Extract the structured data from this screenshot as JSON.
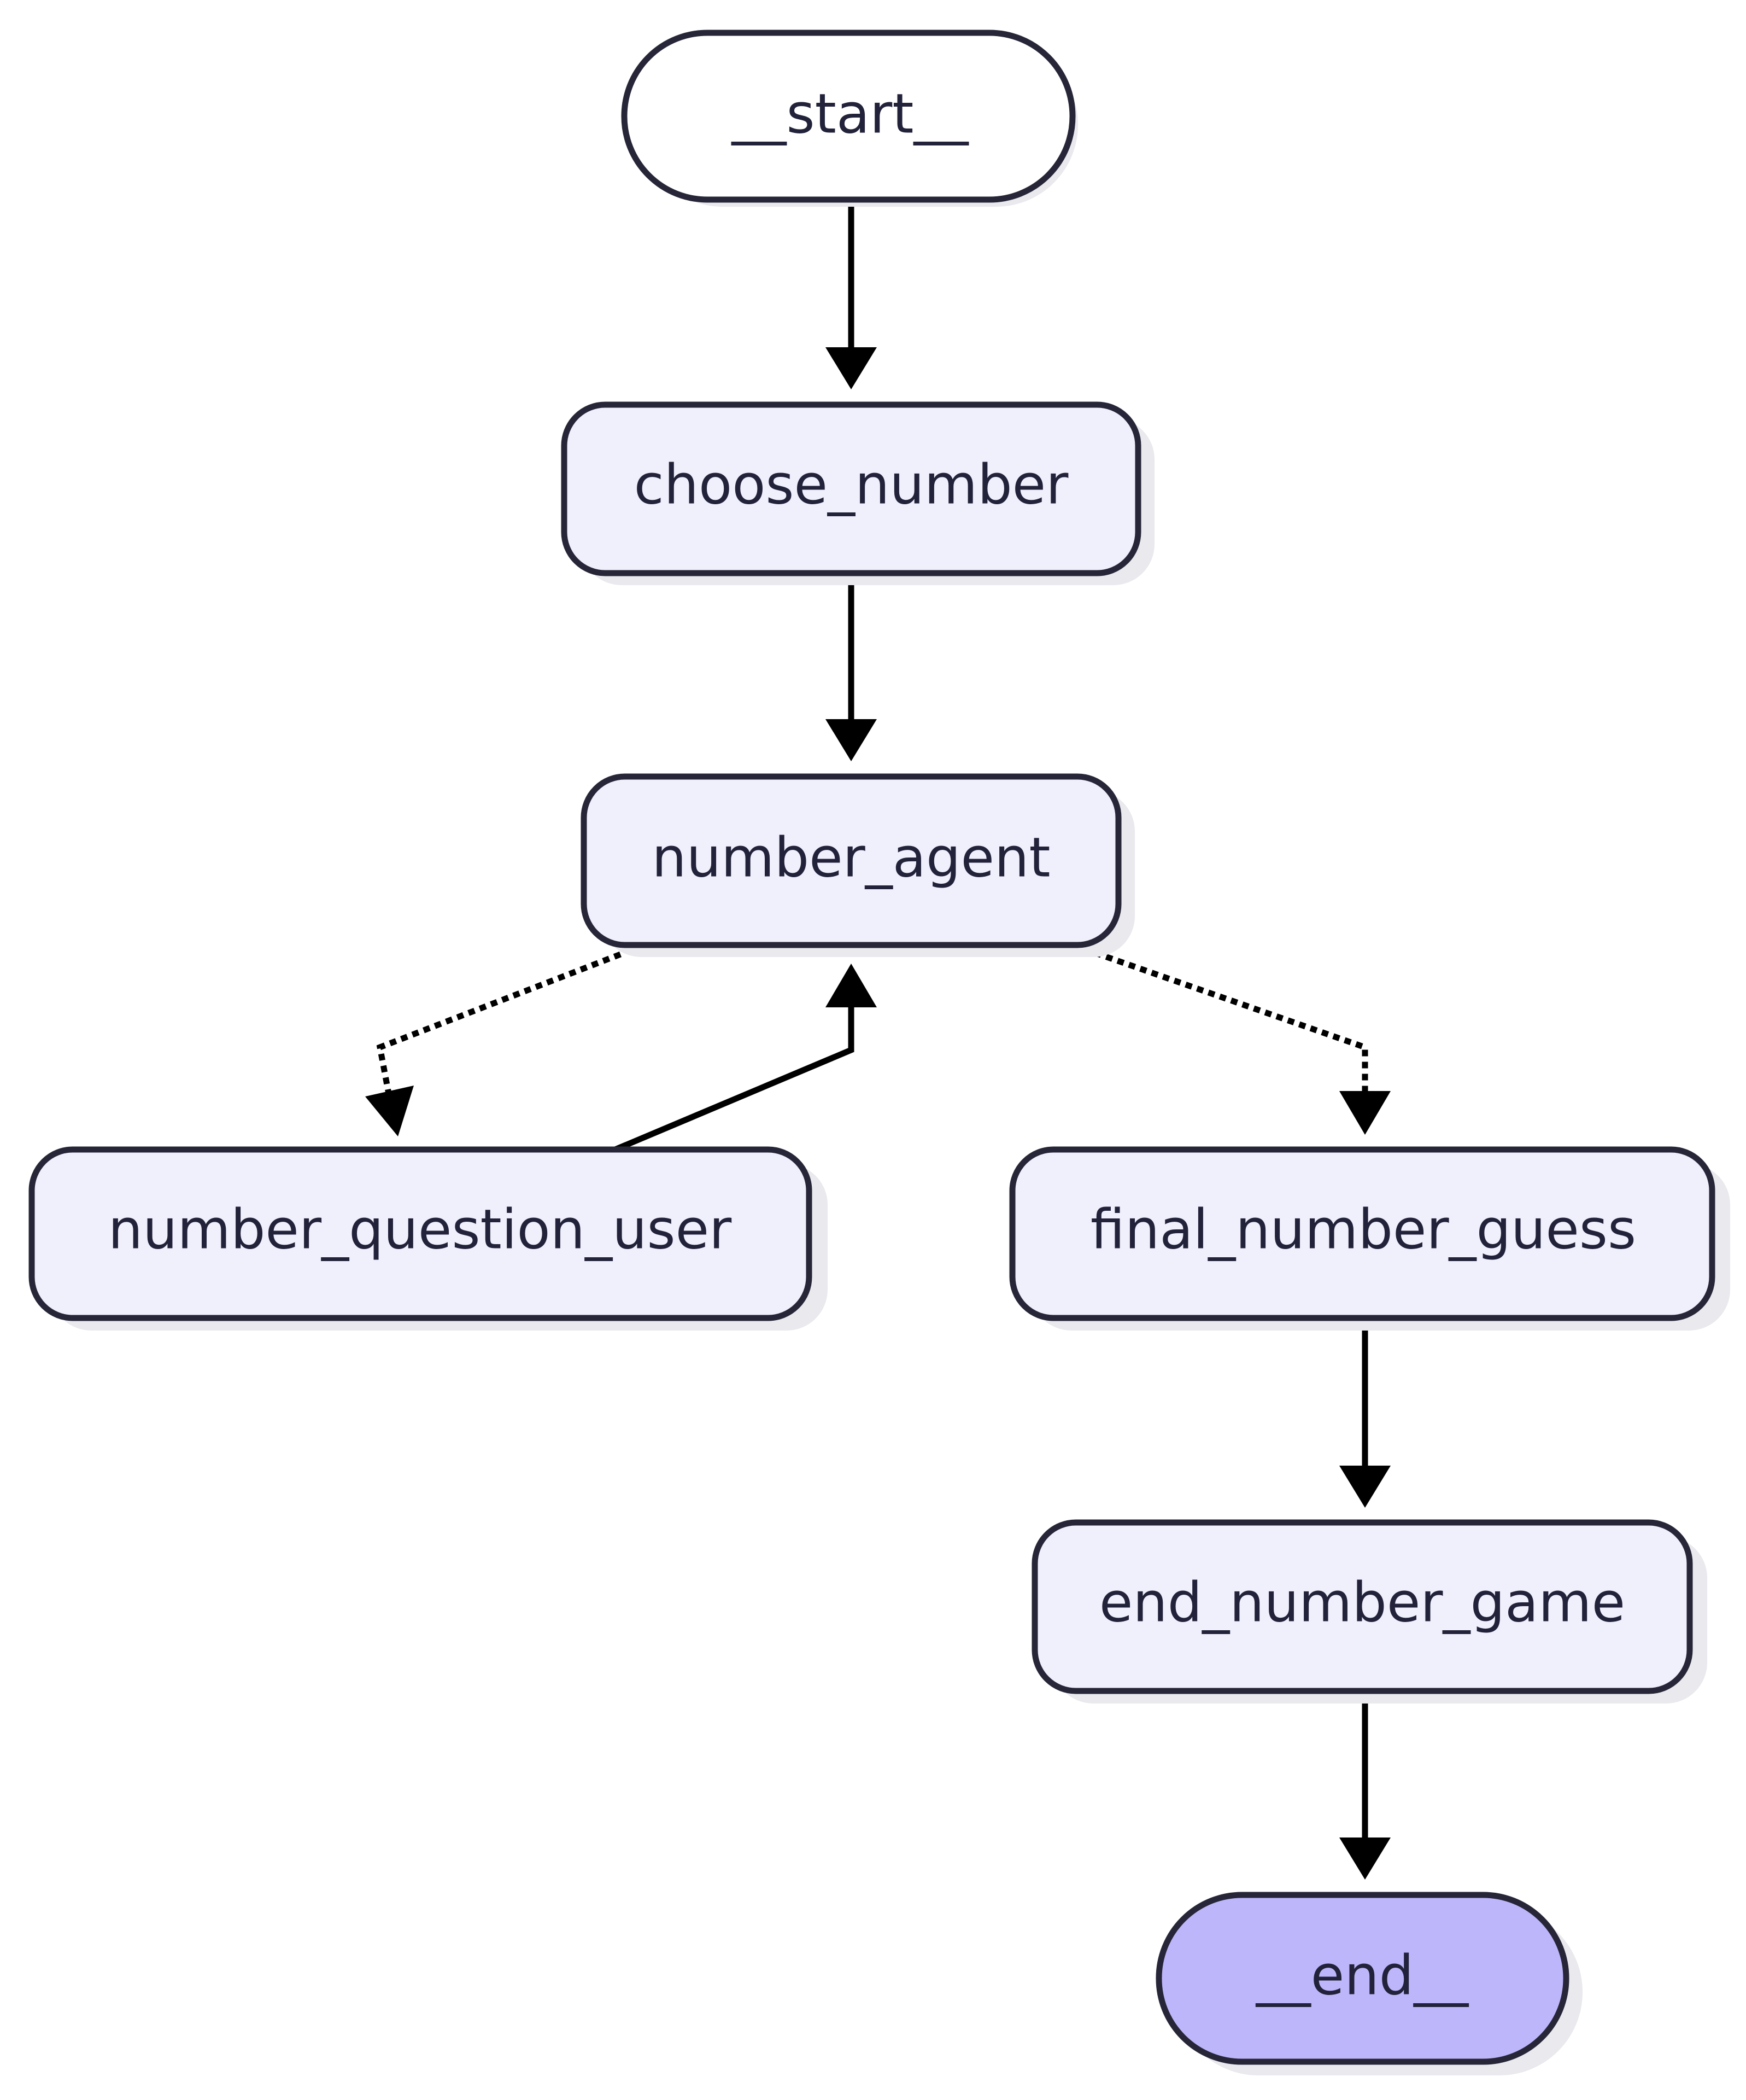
{
  "nodes": {
    "start": {
      "label": "__start__",
      "kind": "terminal",
      "fill": "#ffffff"
    },
    "choose_number": {
      "label": "choose_number",
      "kind": "process",
      "fill": "#f0effc"
    },
    "number_agent": {
      "label": "number_agent",
      "kind": "process",
      "fill": "#f0effc"
    },
    "number_question_user": {
      "label": "number_question_user",
      "kind": "process",
      "fill": "#f0effc"
    },
    "final_number_guess": {
      "label": "final_number_guess",
      "kind": "process",
      "fill": "#f0effc"
    },
    "end_number_game": {
      "label": "end_number_game",
      "kind": "process",
      "fill": "#f0effc"
    },
    "end": {
      "label": "__end__",
      "kind": "terminal",
      "fill": "#beb6fa"
    }
  },
  "edges": [
    {
      "from": "start",
      "to": "choose_number",
      "style": "solid"
    },
    {
      "from": "choose_number",
      "to": "number_agent",
      "style": "solid"
    },
    {
      "from": "number_agent",
      "to": "number_question_user",
      "style": "dotted"
    },
    {
      "from": "number_question_user",
      "to": "number_agent",
      "style": "solid"
    },
    {
      "from": "number_agent",
      "to": "final_number_guess",
      "style": "dotted"
    },
    {
      "from": "final_number_guess",
      "to": "end_number_game",
      "style": "solid"
    },
    {
      "from": "end_number_game",
      "to": "end",
      "style": "solid"
    }
  ],
  "colors": {
    "node_fill": "#f0effc",
    "node_stroke": "#262638",
    "end_fill": "#beb6fa",
    "edge": "#000000",
    "text": "#22223a"
  }
}
